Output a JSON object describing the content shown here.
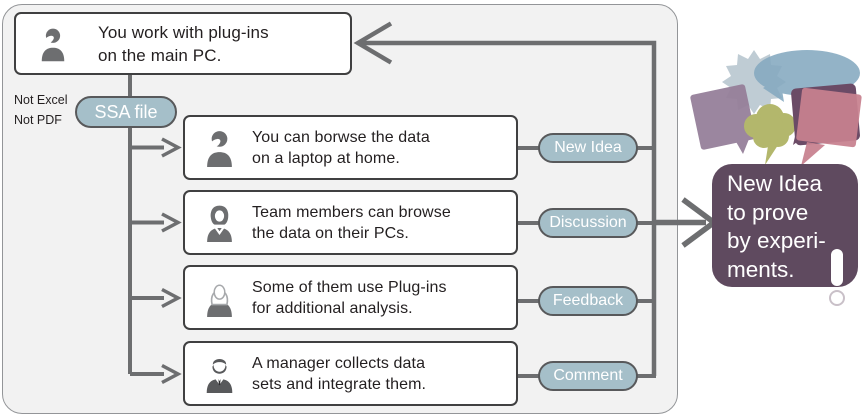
{
  "diagram": {
    "main_box": {
      "icon": "user-icon",
      "lines": [
        "You work with plug-ins",
        "on the main PC."
      ]
    },
    "file_note": {
      "lines": [
        "Not Excel",
        "Not PDF"
      ]
    },
    "file_pill": {
      "label": "SSA file"
    },
    "rows": [
      {
        "icon": "user-icon",
        "lines": [
          "You can borwse the data",
          "on a laptop at home."
        ],
        "tag": "New Idea"
      },
      {
        "icon": "woman-icon",
        "lines": [
          "Team members can browse",
          "the data on their PCs."
        ],
        "tag": "Discussion"
      },
      {
        "icon": "woman-long-hair-icon",
        "lines": [
          "Some of them use Plug-ins",
          "for additional analysis."
        ],
        "tag": "Feedback"
      },
      {
        "icon": "manager-icon",
        "lines": [
          "A manager collects data",
          "sets and integrate them."
        ],
        "tag": "Comment"
      }
    ],
    "result_box": {
      "lines": [
        "New Idea",
        "to prove",
        "by experi-",
        "ments."
      ],
      "mark": "!"
    },
    "colors": {
      "container_fill": "#f2f2f2",
      "container_border": "#939598",
      "box_border": "#404041",
      "connector_gray": "#6d6e70",
      "pill_fill": "#a5bfc9",
      "pill_border": "#58595b",
      "result_purple": "#5f4a5f",
      "text": "#231f20",
      "bubble_star": "#bcc9d2",
      "bubble_ellipse": "#85a9c0",
      "bubble_square": "#96809a",
      "bubble_cloud": "#b3b76c",
      "bubble_dark_purple": "#6b4b66",
      "bubble_pink": "#c8818f"
    }
  }
}
